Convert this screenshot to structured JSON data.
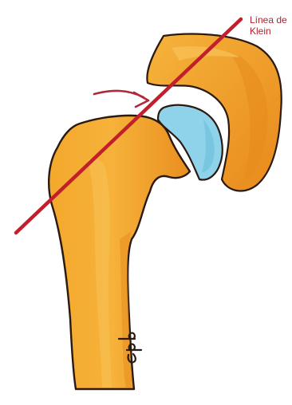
{
  "annotation": {
    "line_label": [
      "Línea de",
      "Klein"
    ]
  },
  "signature": "cpb",
  "colors": {
    "bone": "#f2a12a",
    "bone_shade": "#e58a1d",
    "bone_light": "#f7b845",
    "outline": "#2a1a12",
    "epiphysis": "#8fd3ea",
    "klein_line": "#c21f2c",
    "arrow": "#b0283a"
  }
}
